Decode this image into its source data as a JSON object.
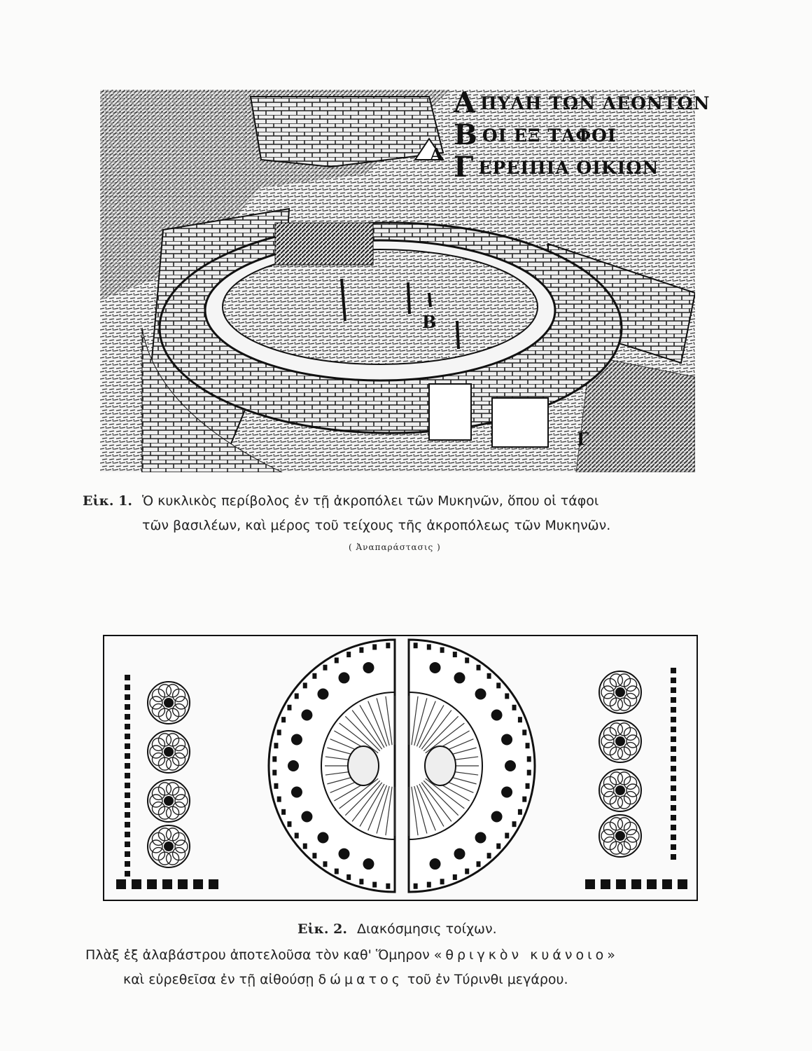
{
  "figure1": {
    "legend": [
      {
        "letter": "Α",
        "text": "ΠΥΛΗ ΤΩΝ ΛΕΟΝΤΩΝ"
      },
      {
        "letter": "Β",
        "text": "ΟΙ ΕΞ ΤΑΦΟΙ"
      },
      {
        "letter": "Γ",
        "text": "ΕΡΕΙΠΙΑ ΟΙΚΙΩΝ"
      }
    ],
    "map_labels": {
      "a": "Α",
      "b": "Β",
      "c": "Γ"
    },
    "caption": {
      "number": "Εἰκ. 1.",
      "line1": "Ὁ κυκλικὸς περίβολος ἐν τῇ ἀκροπόλει τῶν Μυκηνῶν, ὅπου οἱ τάφοι",
      "line2": "τῶν βασιλέων, καὶ μέρος τοῦ τείχους τῆς ἀκροπόλεως τῶν Μυκηνῶν.",
      "note": "( Ἀναπαράστασις )"
    }
  },
  "figure2": {
    "caption": {
      "number": "Εἰκ. 2.",
      "title": "Διακόσμησις τοίχων.",
      "line1a": "Πλὰξ ἐξ ἀλαβάστρου ἀποτελοῦσα τὸν καθ' Ὅμηρον ",
      "line1b": "«θριγκὸν κυάνοιο»",
      "line2a": "καὶ εὑρεθεῖσα ἐν τῇ αἰθούσῃ ",
      "line2b": "δώματος",
      "line2c": " τοῦ ἐν Τύρινθι μεγάρου."
    }
  }
}
